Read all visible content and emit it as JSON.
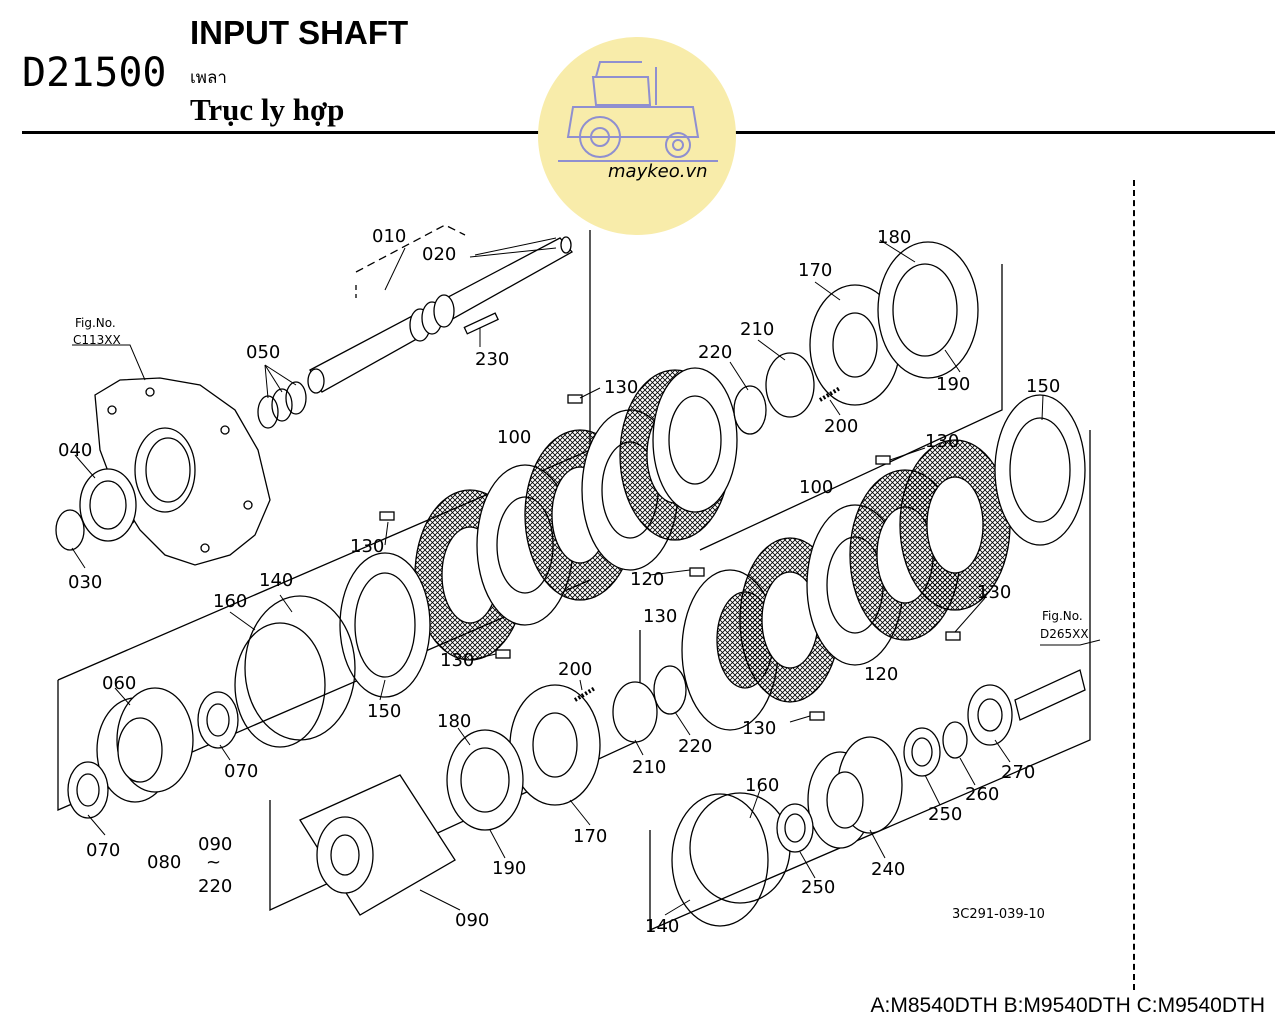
{
  "header": {
    "code": "D21500",
    "title_en": "INPUT SHAFT",
    "title_th": "เพลา",
    "title_vn": "Trục ly hợp"
  },
  "logo": {
    "text": "maykeo.vn",
    "color": "#f8ecaa",
    "icon": "tractor-icon"
  },
  "figure_refs": {
    "left": {
      "label": "Fig.No.",
      "ref": "C113XX"
    },
    "right": {
      "label": "Fig.No.",
      "ref": "D265XX"
    }
  },
  "part_labels": {
    "p010": "010",
    "p020": "020",
    "p030": "030",
    "p040": "040",
    "p050": "050",
    "p060": "060",
    "p070a": "070",
    "p070b": "070",
    "p080": "080",
    "p090a": "090",
    "p090b": "090",
    "p220range": "220",
    "p100a": "100",
    "p100b": "100",
    "p120a": "120",
    "p120b": "120",
    "p130a": "130",
    "p130b": "130",
    "p130c": "130",
    "p130d": "130",
    "p130e": "130",
    "p130f": "130",
    "p130g": "130",
    "p140a": "140",
    "p140b": "140",
    "p150a": "150",
    "p150b": "150",
    "p160a": "160",
    "p160b": "160",
    "p170a": "170",
    "p170b": "170",
    "p180a": "180",
    "p180b": "180",
    "p190a": "190",
    "p190b": "190",
    "p200a": "200",
    "p200b": "200",
    "p210a": "210",
    "p210b": "210",
    "p220a": "220",
    "p220b": "220",
    "p230": "230",
    "p240": "240",
    "p250a": "250",
    "p250b": "250",
    "p260": "260",
    "p270": "270"
  },
  "range_tilde": "~",
  "drawing_number": "3C291-039-10",
  "models": "A:M8540DTH B:M9540DTH C:M9540DTH"
}
